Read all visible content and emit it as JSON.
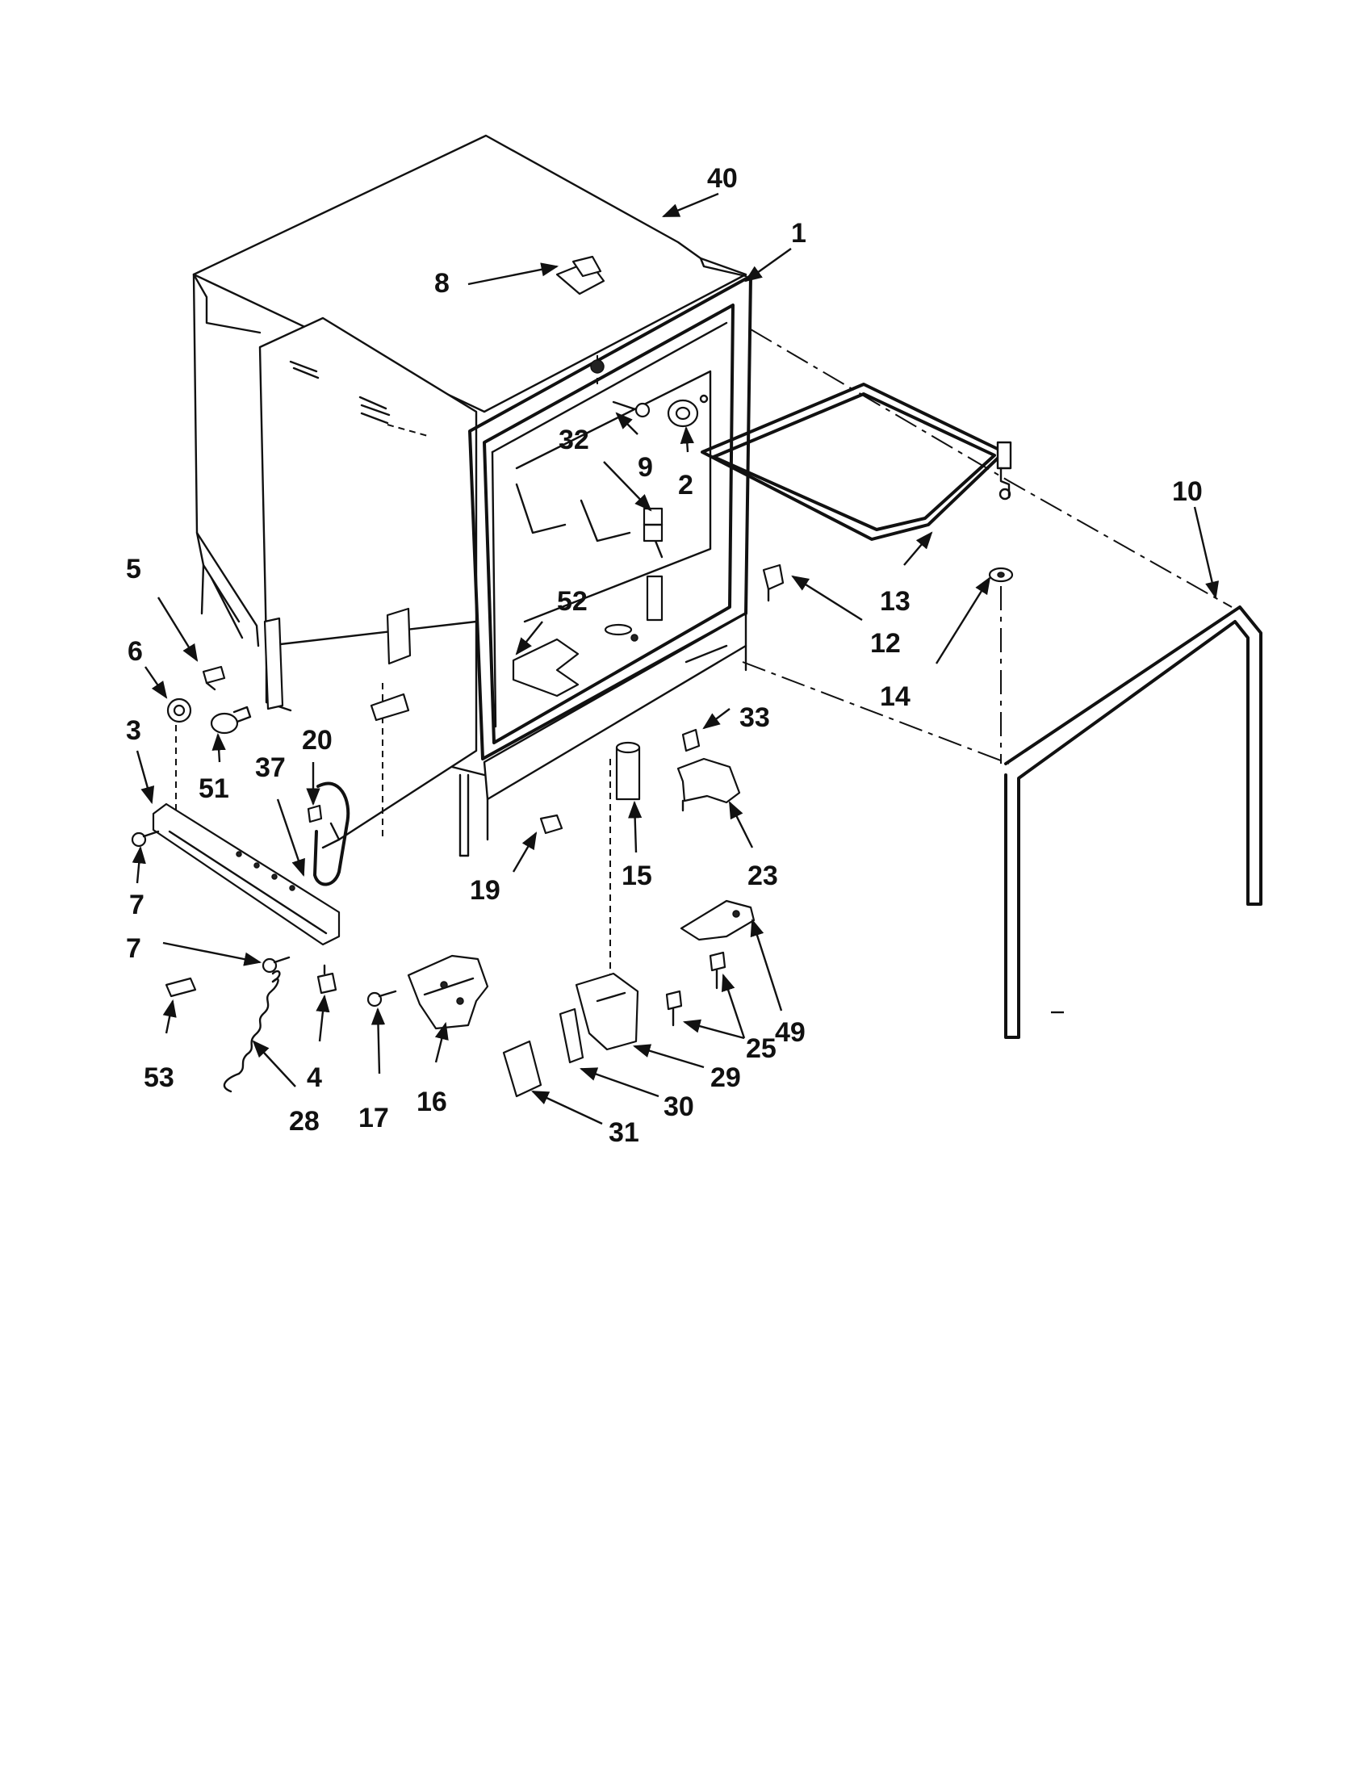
{
  "diagram": {
    "callouts": [
      {
        "id": "40",
        "text": "40"
      },
      {
        "id": "1",
        "text": "1"
      },
      {
        "id": "8",
        "text": "8"
      },
      {
        "id": "9",
        "text": "9"
      },
      {
        "id": "2",
        "text": "2"
      },
      {
        "id": "32",
        "text": "32"
      },
      {
        "id": "10",
        "text": "10"
      },
      {
        "id": "13",
        "text": "13"
      },
      {
        "id": "12",
        "text": "12"
      },
      {
        "id": "14",
        "text": "14"
      },
      {
        "id": "5",
        "text": "5"
      },
      {
        "id": "6",
        "text": "6"
      },
      {
        "id": "3",
        "text": "3"
      },
      {
        "id": "51",
        "text": "51"
      },
      {
        "id": "52",
        "text": "52"
      },
      {
        "id": "20",
        "text": "20"
      },
      {
        "id": "37",
        "text": "37"
      },
      {
        "id": "33",
        "text": "33"
      },
      {
        "id": "15",
        "text": "15"
      },
      {
        "id": "23",
        "text": "23"
      },
      {
        "id": "19",
        "text": "19"
      },
      {
        "id": "7a",
        "text": "7"
      },
      {
        "id": "7b",
        "text": "7"
      },
      {
        "id": "49",
        "text": "49"
      },
      {
        "id": "25",
        "text": "25"
      },
      {
        "id": "29",
        "text": "29"
      },
      {
        "id": "30",
        "text": "30"
      },
      {
        "id": "31",
        "text": "31"
      },
      {
        "id": "53",
        "text": "53"
      },
      {
        "id": "4",
        "text": "4"
      },
      {
        "id": "28",
        "text": "28"
      },
      {
        "id": "17",
        "text": "17"
      },
      {
        "id": "16",
        "text": "16"
      }
    ]
  }
}
